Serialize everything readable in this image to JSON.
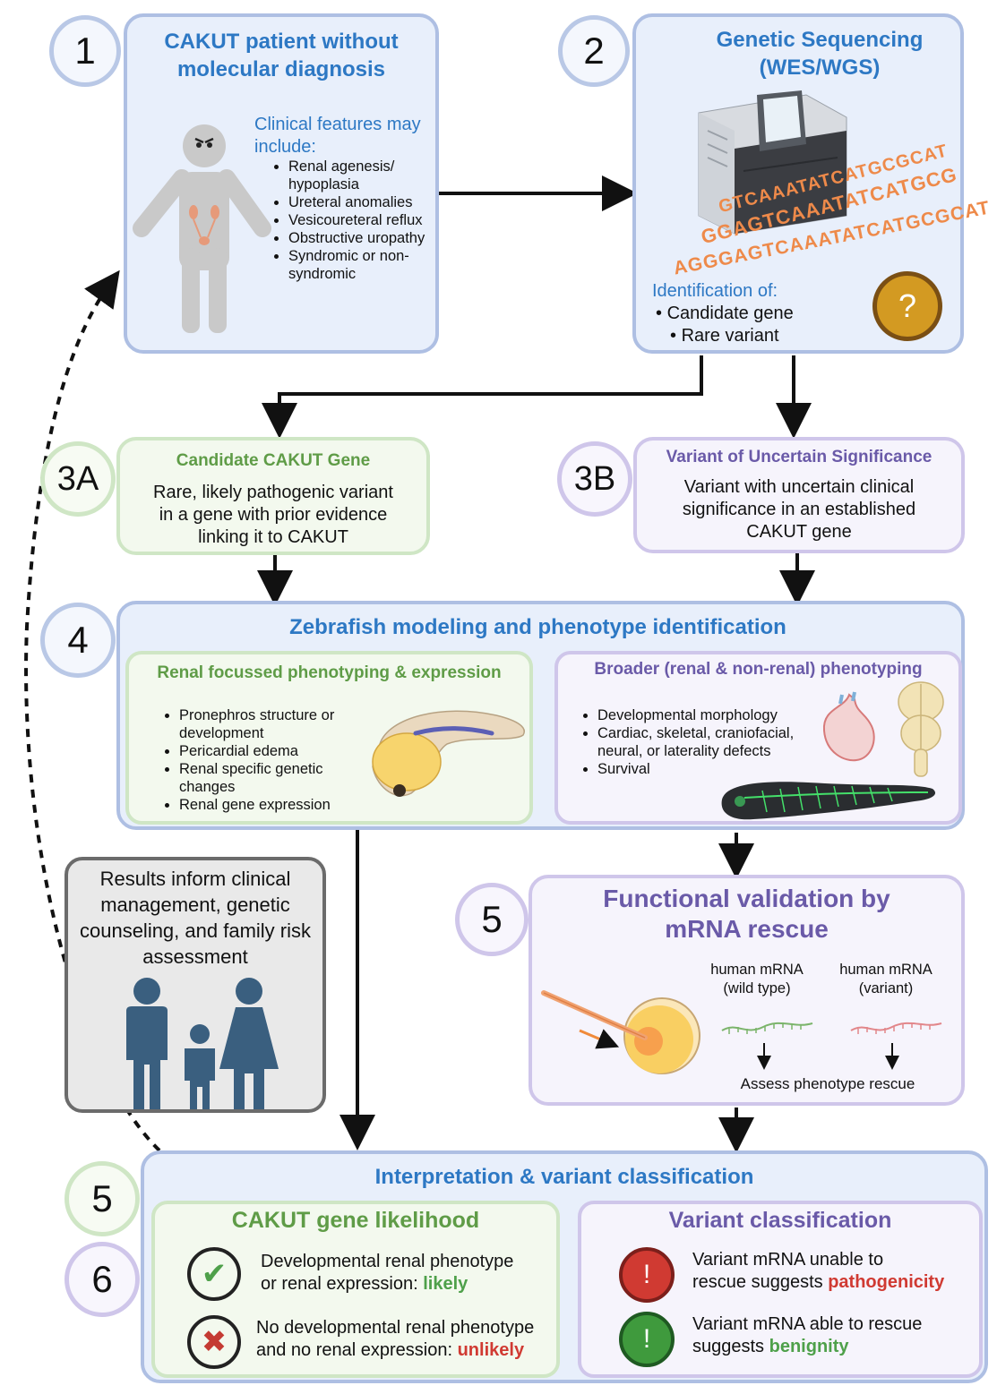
{
  "step1": {
    "number": "1",
    "title_line1": "CAKUT patient without",
    "title_line2": "molecular diagnosis",
    "features_heading": "Clinical features may include:",
    "features": [
      "Renal agenesis/ hypoplasia",
      "Ureteral anomalies",
      "Vesicoureteral reflux",
      "Obstructive uropathy",
      "Syndromic or non-syndromic"
    ]
  },
  "step2": {
    "number": "2",
    "title_line1": "Genetic Sequencing",
    "title_line2": "(WES/WGS)",
    "dna_line1": "GTCAAATATCATGCGCAT",
    "dna_line2": "GGAGTCAAATATCATGCG",
    "dna_line3": "AGGGAGTCAAATATCATGCGCAT",
    "identification_heading": "Identification of:",
    "items": [
      "Candidate gene",
      "Rare variant"
    ],
    "question_mark": "?"
  },
  "step3a": {
    "number": "3A",
    "title": "Candidate CAKUT Gene",
    "body": "Rare, likely pathogenic variant in a gene with prior evidence linking it to CAKUT"
  },
  "step3b": {
    "number": "3B",
    "title": "Variant of Uncertain Significance",
    "body": "Variant with uncertain clinical significance in an established CAKUT gene"
  },
  "step4": {
    "number": "4",
    "title": "Zebrafish modeling and phenotype identification",
    "renal_title": "Renal focussed phenotyping & expression",
    "renal_items": [
      "Pronephros structure or development",
      "Pericardial edema",
      "Renal specific genetic changes",
      "Renal gene expression"
    ],
    "broad_title": "Broader (renal & non-renal) phenotyping",
    "broad_items": [
      "Developmental morphology",
      "Cardiac, skeletal, craniofacial, neural, or laterality defects",
      "Survival"
    ]
  },
  "results": {
    "text": "Results inform clinical management, genetic counseling, and family risk assessment"
  },
  "step5_rescue": {
    "number": "5",
    "title_line1": "Functional validation by",
    "title_line2": "mRNA rescue",
    "wt_line1": "human mRNA",
    "wt_line2": "(wild type)",
    "var_line1": "human mRNA",
    "var_line2": "(variant)",
    "assess": "Assess phenotype rescue"
  },
  "interpretation": {
    "number_a": "5",
    "number_b": "6",
    "title": "Interpretation & variant classification",
    "gene_title": "CAKUT gene likelihood",
    "likely_text_line1": "Developmental renal phenotype",
    "likely_text_line2": "or renal expression: ",
    "likely_word": "likely",
    "unlikely_text_line1": "No developmental renal phenotype",
    "unlikely_text_line2": "and no renal expression: ",
    "unlikely_word": "unlikely",
    "variant_title": "Variant classification",
    "path_line1": "Variant mRNA unable to",
    "path_line2": "rescue suggests ",
    "path_word": "pathogenicity",
    "benign_line1": "Variant mRNA able to rescue",
    "benign_line2": "suggests ",
    "benign_word": "benignity",
    "alert_glyph": "!",
    "check_glyph": "✔",
    "cross_glyph": "✖"
  },
  "colors": {
    "blue_title": "#2d78c4",
    "green_title": "#5f9c47",
    "purple_title": "#6a5aa8",
    "pathogenic": "#d03a32",
    "benign": "#4ea04a"
  }
}
